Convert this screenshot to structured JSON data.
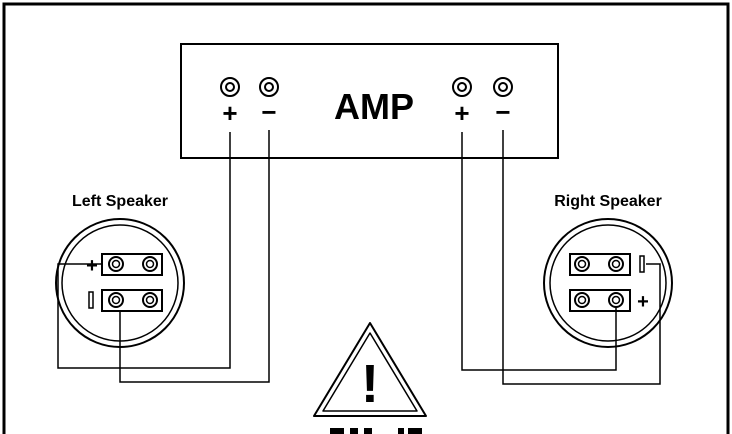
{
  "amp": {
    "label": "AMP"
  },
  "left_speaker": {
    "label": "Left Speaker"
  },
  "right_speaker": {
    "label": "Right Speaker"
  },
  "polarity": {
    "plus": "+",
    "minus": "−"
  },
  "warning": {
    "symbol": "!",
    "caption": ""
  },
  "colors": {
    "line": "#000000",
    "background": "#ffffff"
  }
}
